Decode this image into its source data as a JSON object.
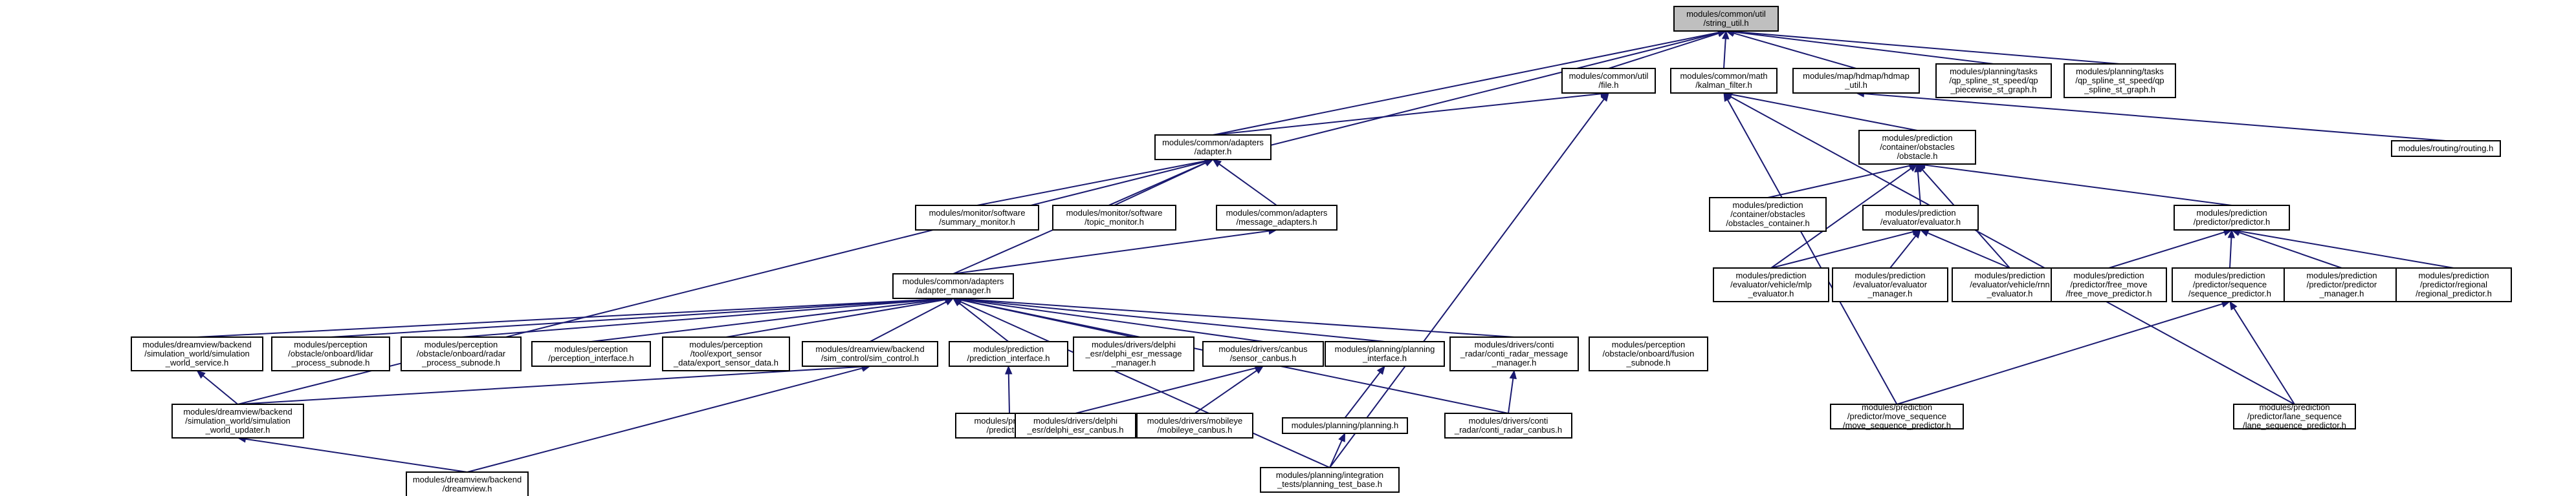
{
  "colors": {
    "edge": "#191970",
    "root_fill": "#bfbfbf",
    "node_fill": "#ffffff",
    "border": "#000000"
  },
  "nodes": [
    {
      "id": "string_util",
      "root": true,
      "lines": [
        "modules/common/util",
        "/string_util.h"
      ]
    },
    {
      "id": "routing",
      "lines": [
        "modules/routing/routing.h"
      ]
    },
    {
      "id": "adapter",
      "lines": [
        "modules/common/adapters",
        "/adapter.h"
      ]
    },
    {
      "id": "file",
      "lines": [
        "modules/common/util",
        "/file.h"
      ]
    },
    {
      "id": "kalman",
      "lines": [
        "modules/common/math",
        "/kalman_filter.h"
      ]
    },
    {
      "id": "hdmap_util",
      "lines": [
        "modules/map/hdmap/hdmap",
        "_util.h"
      ]
    },
    {
      "id": "qp_piecewise",
      "lines": [
        "modules/planning/tasks",
        "/qp_spline_st_speed/qp",
        "_piecewise_st_graph.h"
      ]
    },
    {
      "id": "qp_spline",
      "lines": [
        "modules/planning/tasks",
        "/qp_spline_st_speed/qp",
        "_spline_st_graph.h"
      ]
    },
    {
      "id": "summary_monitor",
      "lines": [
        "modules/monitor/software",
        "/summary_monitor.h"
      ]
    },
    {
      "id": "topic_monitor",
      "lines": [
        "modules/monitor/software",
        "/topic_monitor.h"
      ]
    },
    {
      "id": "message_adapters",
      "lines": [
        "modules/common/adapters",
        "/message_adapters.h"
      ]
    },
    {
      "id": "obstacle",
      "lines": [
        "modules/prediction",
        "/container/obstacles",
        "/obstacle.h"
      ]
    },
    {
      "id": "obstacles_container",
      "lines": [
        "modules/prediction",
        "/container/obstacles",
        "/obstacles_container.h"
      ]
    },
    {
      "id": "evaluator",
      "lines": [
        "modules/prediction",
        "/evaluator/evaluator.h"
      ]
    },
    {
      "id": "predictor",
      "lines": [
        "modules/prediction",
        "/predictor/predictor.h"
      ]
    },
    {
      "id": "adapter_manager",
      "lines": [
        "modules/common/adapters",
        "/adapter_manager.h"
      ]
    },
    {
      "id": "mlp_evaluator",
      "lines": [
        "modules/prediction",
        "/evaluator/vehicle/mlp",
        "_evaluator.h"
      ]
    },
    {
      "id": "evaluator_manager",
      "lines": [
        "modules/prediction",
        "/evaluator/evaluator",
        "_manager.h"
      ]
    },
    {
      "id": "rnn_evaluator",
      "lines": [
        "modules/prediction",
        "/evaluator/vehicle/rnn",
        "_evaluator.h"
      ]
    },
    {
      "id": "free_move",
      "lines": [
        "modules/prediction",
        "/predictor/free_move",
        "/free_move_predictor.h"
      ]
    },
    {
      "id": "sequence_predictor",
      "lines": [
        "modules/prediction",
        "/predictor/sequence",
        "/sequence_predictor.h"
      ]
    },
    {
      "id": "predictor_manager",
      "lines": [
        "modules/prediction",
        "/predictor/predictor",
        "_manager.h"
      ]
    },
    {
      "id": "regional",
      "lines": [
        "modules/prediction",
        "/predictor/regional",
        "/regional_predictor.h"
      ]
    },
    {
      "id": "sim_world_service",
      "lines": [
        "modules/dreamview/backend",
        "/simulation_world/simulation",
        "_world_service.h"
      ]
    },
    {
      "id": "lidar_subnode",
      "lines": [
        "modules/perception",
        "/obstacle/onboard/lidar",
        "_process_subnode.h"
      ]
    },
    {
      "id": "radar_subnode",
      "lines": [
        "modules/perception",
        "/obstacle/onboard/radar",
        "_process_subnode.h"
      ]
    },
    {
      "id": "perception_interface",
      "lines": [
        "modules/perception",
        "/perception_interface.h"
      ]
    },
    {
      "id": "export_sensor",
      "lines": [
        "modules/perception",
        "/tool/export_sensor",
        "_data/export_sensor_data.h"
      ]
    },
    {
      "id": "sim_control",
      "lines": [
        "modules/dreamview/backend",
        "/sim_control/sim_control.h"
      ]
    },
    {
      "id": "prediction_interface",
      "lines": [
        "modules/prediction",
        "/prediction_interface.h"
      ]
    },
    {
      "id": "delphi_manager",
      "lines": [
        "modules/drivers/delphi",
        "_esr/delphi_esr_message",
        "_manager.h"
      ]
    },
    {
      "id": "sensor_canbus",
      "lines": [
        "modules/drivers/canbus",
        "/sensor_canbus.h"
      ]
    },
    {
      "id": "planning_interface",
      "lines": [
        "modules/planning/planning",
        "_interface.h"
      ]
    },
    {
      "id": "conti_manager",
      "lines": [
        "modules/drivers/conti",
        "_radar/conti_radar_message",
        "_manager.h"
      ]
    },
    {
      "id": "fusion_subnode",
      "lines": [
        "modules/perception",
        "/obstacle/onboard/fusion",
        "_subnode.h"
      ]
    },
    {
      "id": "move_sequence",
      "lines": [
        "modules/prediction",
        "/predictor/move_sequence",
        "/move_sequence_predictor.h"
      ]
    },
    {
      "id": "lane_sequence",
      "lines": [
        "modules/prediction",
        "/predictor/lane_sequence",
        "/lane_sequence_predictor.h"
      ]
    },
    {
      "id": "sim_world_updater",
      "lines": [
        "modules/dreamview/backend",
        "/simulation_world/simulation",
        "_world_updater.h"
      ]
    },
    {
      "id": "prediction_h",
      "lines": [
        "modules/prediction",
        "/prediction.h"
      ]
    },
    {
      "id": "delphi_canbus",
      "lines": [
        "modules/drivers/delphi",
        "_esr/delphi_esr_canbus.h"
      ]
    },
    {
      "id": "mobileye_canbus",
      "lines": [
        "modules/drivers/mobileye",
        "/mobileye_canbus.h"
      ]
    },
    {
      "id": "planning_h",
      "lines": [
        "modules/planning/planning.h"
      ]
    },
    {
      "id": "conti_canbus",
      "lines": [
        "modules/drivers/conti",
        "_radar/conti_radar_canbus.h"
      ]
    },
    {
      "id": "dreamview",
      "lines": [
        "modules/dreamview/backend",
        "/dreamview.h"
      ]
    },
    {
      "id": "planning_test_base",
      "lines": [
        "modules/planning/integration",
        "_tests/planning_test_base.h"
      ]
    }
  ]
}
